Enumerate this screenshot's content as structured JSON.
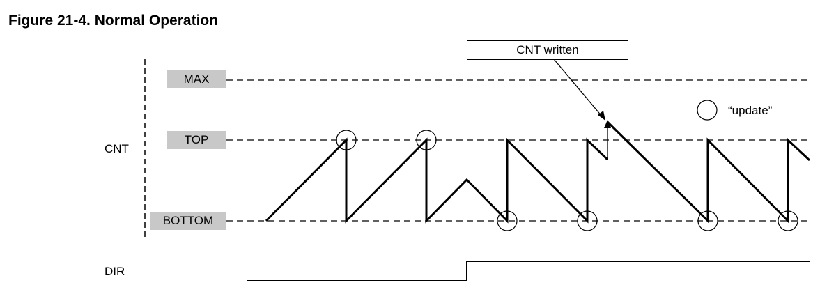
{
  "figure": {
    "title": "Figure 21-4.  Normal Operation"
  },
  "signals": {
    "cnt_label": "CNT",
    "dir_label": "DIR"
  },
  "levels": {
    "max": "MAX",
    "top": "TOP",
    "bottom": "BOTTOM"
  },
  "annotations": {
    "cnt_written": "CNT written",
    "legend_update": "“update”"
  }
}
